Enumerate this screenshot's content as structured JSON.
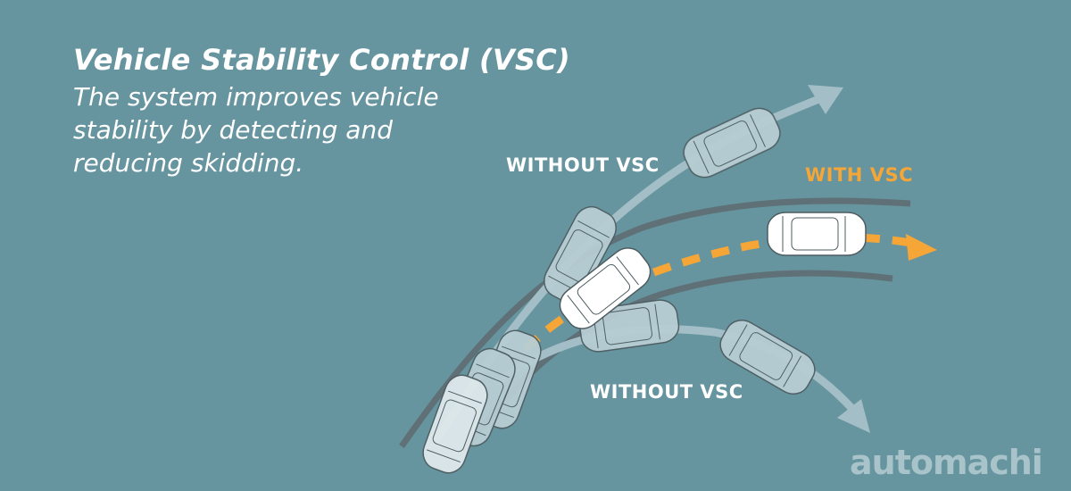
{
  "header": {
    "title": "Vehicle Stability Control (VSC)",
    "description": "The system improves vehicle stability by detecting and reducing skidding."
  },
  "diagram": {
    "label_without_top": "WITHOUT VSC",
    "label_with": "WITH VSC",
    "label_without_bottom": "WITHOUT VSC"
  },
  "watermark": "automachi",
  "colors": {
    "background": "#66959f",
    "accent_orange": "#f5a637",
    "road_line": "#5f7076",
    "path_arrow": "#a3bec6"
  }
}
